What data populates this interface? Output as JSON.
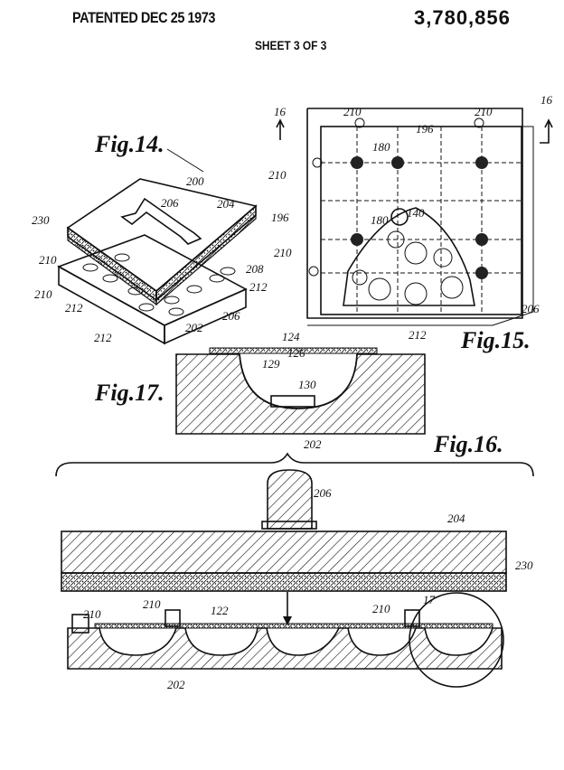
{
  "header": {
    "patented": "PATENTED DEC 25 1973",
    "patent_number": "3,780,856",
    "sheet": "SHEET 3 OF 3"
  },
  "fig14": {
    "caption": "Fig.14.",
    "labels": [
      "200",
      "206",
      "204",
      "230",
      "210",
      "208",
      "212",
      "210",
      "212",
      "212",
      "206",
      "202"
    ]
  },
  "fig15": {
    "caption": "Fig.15.",
    "labels": [
      "210",
      "210",
      "16",
      "16",
      "196",
      "180",
      "210",
      "196",
      "180",
      "140",
      "210",
      "212",
      "206"
    ]
  },
  "fig17": {
    "caption": "Fig.17.",
    "labels": [
      "124",
      "126",
      "129",
      "130",
      "202"
    ]
  },
  "fig16": {
    "caption": "Fig.16.",
    "labels": [
      "206",
      "204",
      "230",
      "210",
      "210",
      "122",
      "210",
      "17",
      "202"
    ]
  }
}
